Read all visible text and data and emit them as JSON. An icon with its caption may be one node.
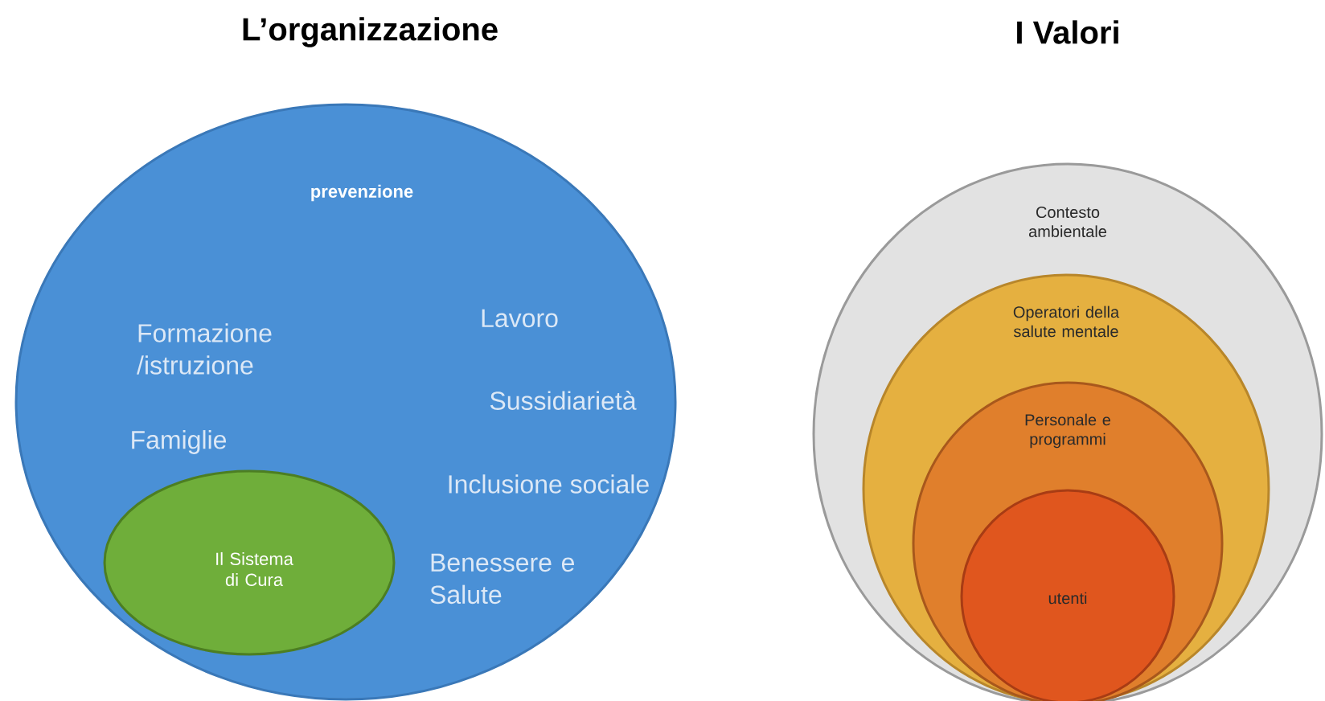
{
  "diagram": {
    "nodes": [
      {
        "text": [
          "prevenzione",
          "Formazione /istruzione",
          "Lavoro",
          "Sussidiarietà",
          "Famiglie",
          "Inclusione sociale",
          "Benessere e Salute"
        ]
      },
      {
        "text": [
          "Il Sistema di Cura"
        ],
        "in": 0
      },
      {
        "text": [
          "Contesto ambientale"
        ]
      },
      {
        "text": [
          "Operatori della salute mentale"
        ],
        "in": 2
      },
      {
        "text": [
          "Personale e programmi"
        ],
        "in": 3
      },
      {
        "text": [
          "utenti"
        ],
        "in": 4
      }
    ],
    "labels": [
      "L’organizzazione",
      "I Valori"
    ]
  }
}
